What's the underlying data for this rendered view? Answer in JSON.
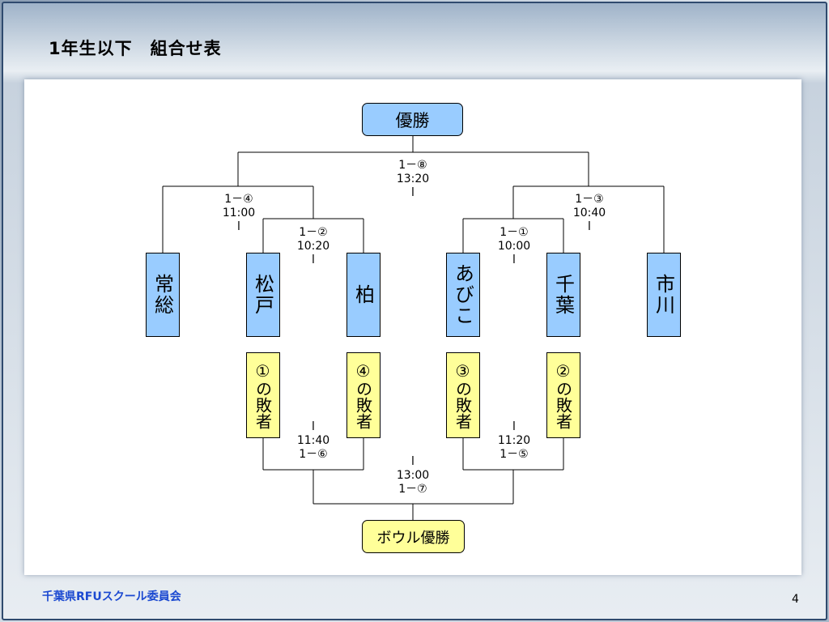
{
  "title": "1年生以下　組合せ表",
  "footer": "千葉県RFUスクール委員会",
  "page_number": "4",
  "final_winner": "優勝",
  "bowl_winner": "ボウル優勝",
  "teams": [
    "常総",
    "松戸",
    "柏",
    "あびこ",
    "千葉",
    "市川"
  ],
  "losers": [
    "①の敗者",
    "④の敗者",
    "③の敗者",
    "②の敗者"
  ],
  "matches": {
    "m8": {
      "no": "1－⑧",
      "time": "13:20",
      "mark": "l"
    },
    "m4": {
      "no": "1－④",
      "time": "11:00",
      "mark": "l"
    },
    "m3": {
      "no": "1－③",
      "time": "10:40",
      "mark": "l"
    },
    "m2": {
      "no": "1－②",
      "time": "10:20",
      "mark": "l"
    },
    "m1": {
      "no": "1－①",
      "time": "10:00",
      "mark": "l"
    },
    "m6": {
      "no": "1－⑥",
      "time": "11:40",
      "mark": "l"
    },
    "m5": {
      "no": "1－⑤",
      "time": "11:20",
      "mark": "l"
    },
    "m7": {
      "no": "1－⑦",
      "time": "13:00",
      "mark": "l"
    }
  },
  "colors": {
    "team_box": "#99ccff",
    "loser_box": "#ffff99",
    "footer_text": "#1b49d1",
    "frame_border": "#2f4a6e"
  }
}
